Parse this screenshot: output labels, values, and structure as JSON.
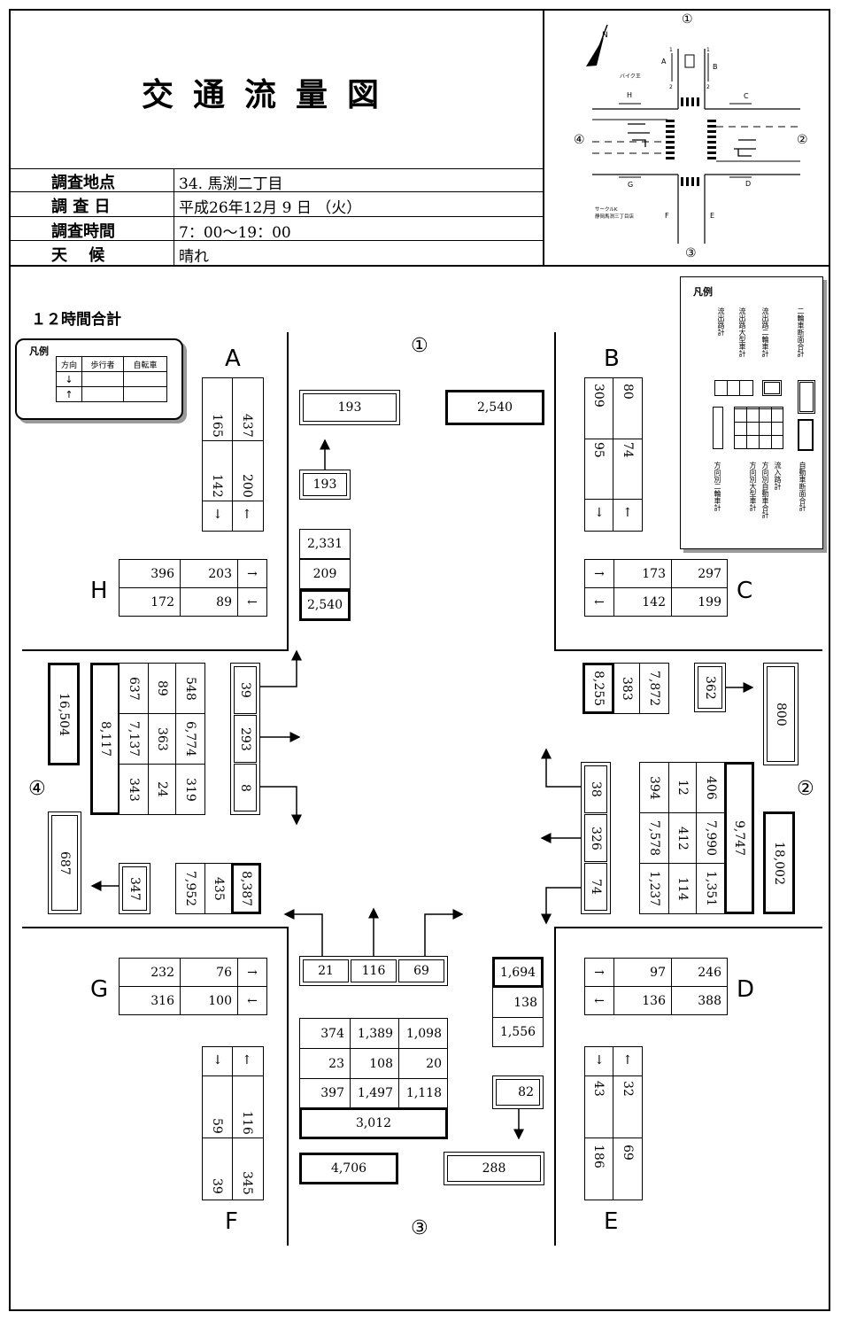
{
  "header": {
    "title": "交通流量図",
    "rows": [
      {
        "key": "調査地点",
        "value": "34. 馬渕二丁目"
      },
      {
        "key": "調 査 日",
        "value": "平成26年12月 9 日 （火）"
      },
      {
        "key": "調査時間",
        "value": " 7：00～19：00"
      },
      {
        "key": "天　 候",
        "value": "晴れ"
      }
    ]
  },
  "mini_map": {
    "labels": {
      "n1": "①",
      "n2": "②",
      "n3": "③",
      "n4": "④",
      "A": "A",
      "B": "B",
      "C": "C",
      "D": "D",
      "E": "E",
      "F": "F",
      "G": "G",
      "H": "H"
    },
    "store_north": "バイク王",
    "store_sw_line1": "サークルK",
    "store_sw_line2": "静岡馬渕三丁目店",
    "one": "1",
    "two": "2"
  },
  "section_title": "１２時間合計",
  "legend_small": {
    "title": "凡例",
    "col1": "方向",
    "col2": "歩行者",
    "col3": "自転車",
    "arrow_up": "↑",
    "arrow_down": "↓"
  },
  "legend_big": {
    "title": "凡例",
    "top_labels": [
      "流出路計",
      "流出路大型車計",
      "流出路二輪車計",
      "二輪車断面合計"
    ],
    "bottom_labels": [
      "方向別二輪車計",
      "方向別大型車計",
      "方向別自動車合計",
      "流入路計",
      "自動車断面合計"
    ]
  },
  "approaches": {
    "n1": "①",
    "n2": "②",
    "n3": "③",
    "n4": "④"
  },
  "ped": {
    "A": {
      "label": "A",
      "top_left": "165",
      "top_right": "437",
      "bot_left": "142",
      "bot_right": "200",
      "arrow_left": "↓",
      "arrow_right": "↑"
    },
    "B": {
      "label": "B",
      "top_left": "309",
      "top_right": "80",
      "bot_left": "95",
      "bot_right": "74",
      "arrow_left": "↓",
      "arrow_right": "↑"
    },
    "H": {
      "label": "H",
      "r1": [
        "396",
        "203",
        "→"
      ],
      "r2": [
        "172",
        "89",
        "←"
      ]
    },
    "C": {
      "label": "C",
      "r1": [
        "→",
        "173",
        "297"
      ],
      "r2": [
        "←",
        "142",
        "199"
      ]
    },
    "G": {
      "label": "G",
      "r1": [
        "232",
        "76",
        "→"
      ],
      "r2": [
        "316",
        "100",
        "←"
      ]
    },
    "D": {
      "label": "D",
      "r1": [
        "→",
        "97",
        "246"
      ],
      "r2": [
        "←",
        "136",
        "388"
      ]
    },
    "F": {
      "label": "F",
      "arrows": [
        "↓",
        "↑"
      ],
      "r1": [
        "59",
        "116"
      ],
      "r2": [
        "39",
        "345"
      ]
    },
    "E": {
      "label": "E",
      "arrows": [
        "↓",
        "↑"
      ],
      "r1": [
        "43",
        "32"
      ],
      "r2": [
        "186",
        "69"
      ]
    }
  },
  "north": {
    "out_total": "193",
    "cross_total": "2,540",
    "out_moto": "193",
    "in_cars": "2,331",
    "in_large": "209",
    "in_total": "2,540"
  },
  "east": {
    "out_total": "8,255",
    "out_large": "383",
    "out_cars": "7,872",
    "moto_out": "362",
    "moto_cross": "800",
    "dir_moto": [
      "38",
      "326",
      "74"
    ],
    "grid": [
      [
        "394",
        "12",
        "406"
      ],
      [
        "7,578",
        "412",
        "7,990"
      ],
      [
        "1,237",
        "114",
        "1,351"
      ]
    ],
    "in_total": "9,747",
    "cross_total": "18,002"
  },
  "west": {
    "cross_total": "16,504",
    "in_total": "8,117",
    "grid": [
      [
        "637",
        "89",
        "548"
      ],
      [
        "7,137",
        "363",
        "6,774"
      ],
      [
        "343",
        "24",
        "319"
      ]
    ],
    "dir_moto": [
      "39",
      "293",
      "8"
    ],
    "moto_cross": "687",
    "moto_out": "347",
    "out_cars": "7,952",
    "out_large": "435",
    "out_total": "8,387"
  },
  "south": {
    "dir_moto": [
      "21",
      "116",
      "69"
    ],
    "grid": [
      [
        "374",
        "1,389",
        "1,098"
      ],
      [
        "23",
        "108",
        "20"
      ],
      [
        "397",
        "1,497",
        "1,118"
      ]
    ],
    "in_total": "3,012",
    "cross_total": "4,706",
    "out_total": "1,694",
    "out_large": "138",
    "out_cars": "1,556",
    "moto_out": "82",
    "moto_cross": "288"
  }
}
